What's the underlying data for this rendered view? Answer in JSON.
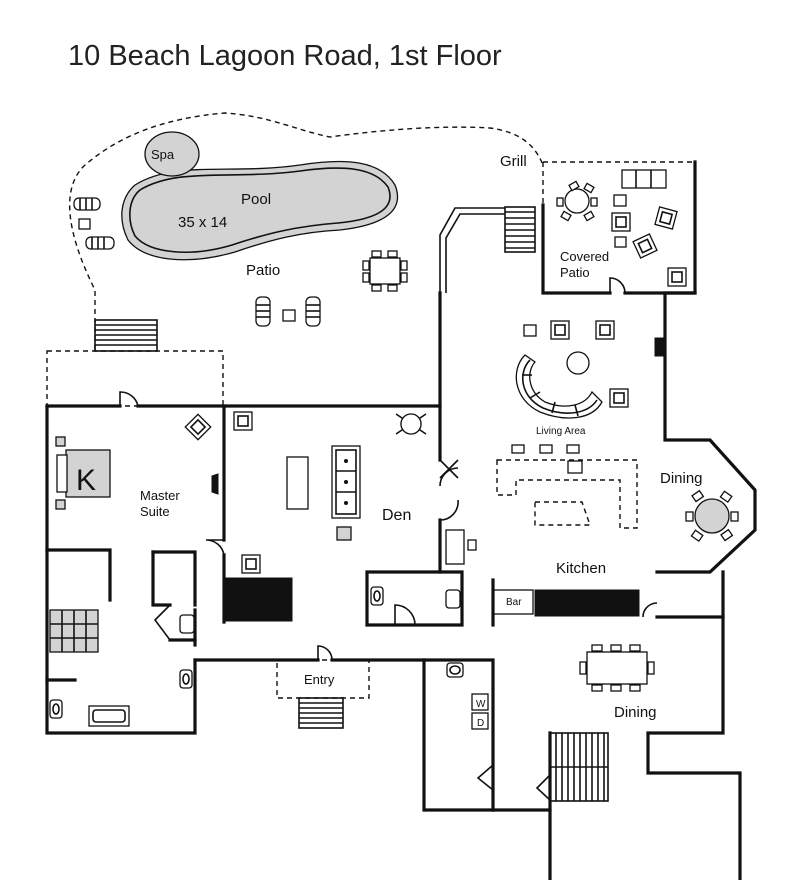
{
  "title": "10 Beach Lagoon Road, 1st Floor",
  "labels": {
    "spa": "Spa",
    "pool": "Pool",
    "pool_size": "35 x 14",
    "patio": "Patio",
    "grill": "Grill",
    "covered_patio_1": "Covered",
    "covered_patio_2": "Patio",
    "living_area": "Living Area",
    "dining_1": "Dining",
    "dining_2": "Dining",
    "master_1": "Master",
    "master_2": "Suite",
    "bed_letter": "K",
    "den": "Den",
    "kitchen": "Kitchen",
    "bar": "Bar",
    "entry": "Entry",
    "washer": "W",
    "dryer": "D"
  }
}
